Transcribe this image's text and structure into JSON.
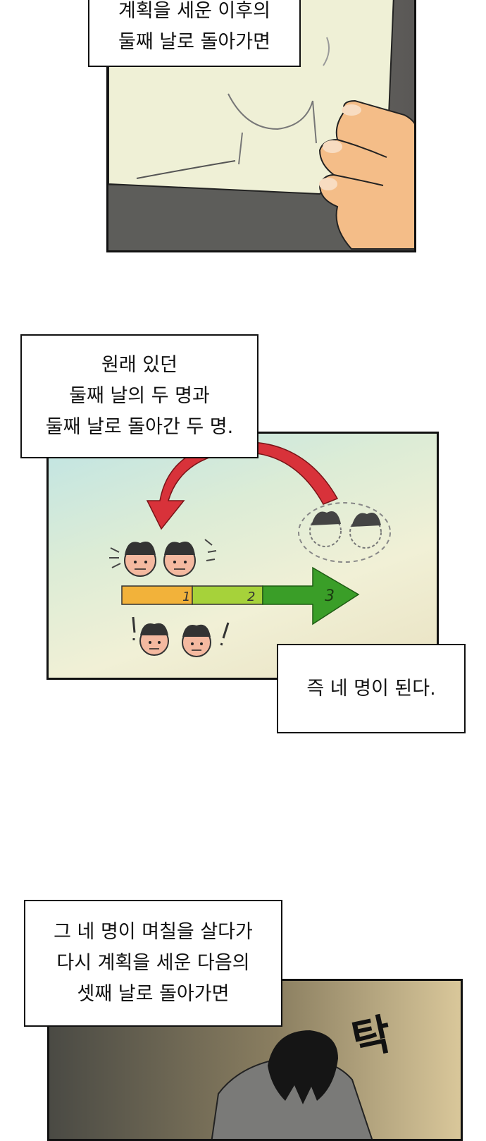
{
  "captions": {
    "top": {
      "lines": [
        "계획을 세운 이후의",
        "둘째 날로 돌아가면"
      ]
    },
    "middle": {
      "lines": [
        "원래 있던",
        "둘째 날의 두 명과",
        "둘째 날로 돌아간 두 명."
      ]
    },
    "result": {
      "lines": [
        "즉 네 명이 된다."
      ]
    },
    "bottom": {
      "lines": [
        "그 네 명이 며칠을 살다가",
        "다시 계획을 세운 다음의",
        "셋째 날로 돌아가면"
      ]
    }
  },
  "diagram": {
    "timeline_labels": [
      "1",
      "2",
      "3"
    ],
    "colors": {
      "segment_1": "#f2b23a",
      "segment_2": "#a6d23a",
      "segment_3": "#3a9e28",
      "curved_arrow": "#d8323a"
    }
  },
  "sound_effect": {
    "text": "탁"
  }
}
